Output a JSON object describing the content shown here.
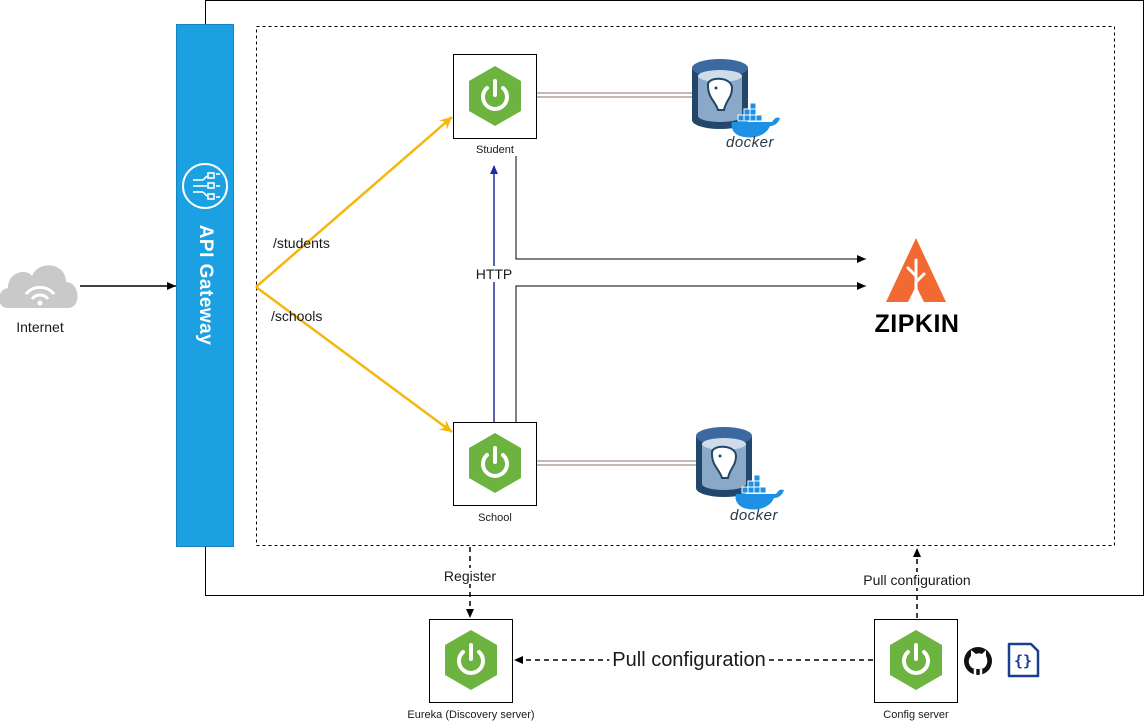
{
  "colors": {
    "gateway": "#1ba1e2",
    "spring_green": "#6db33f",
    "route_arrow": "#f5b70f",
    "http_arrow": "#1f2f9a",
    "zipkin": "#f26a32",
    "docker_blue": "#1d91e5",
    "db_dark": "#23466b",
    "cloud": "#c9c9c9"
  },
  "internet": {
    "label": "Internet",
    "icon": "cloud-wifi-icon"
  },
  "gateway": {
    "label": "API Gateway",
    "icon": "api-gateway-icon"
  },
  "routes": {
    "students": "/students",
    "schools": "/schools"
  },
  "services": {
    "student": {
      "label": "Student",
      "icon": "spring-power-icon"
    },
    "school": {
      "label": "School",
      "icon": "spring-power-icon"
    }
  },
  "databases": {
    "student_db": {
      "icon": "postgres-icon",
      "docker_label": "docker"
    },
    "school_db": {
      "icon": "postgres-icon",
      "docker_label": "docker"
    }
  },
  "http_label": "HTTP",
  "zipkin": {
    "label": "ZIPKIN",
    "icon": "zipkin-icon"
  },
  "eureka": {
    "label": "Eureka (Discovery server)",
    "icon": "spring-power-icon"
  },
  "config": {
    "label": "Config server",
    "icon": "spring-power-icon",
    "extra_icons": [
      "github-icon",
      "json-file-icon"
    ]
  },
  "edges": {
    "register": "Register",
    "pull_config_top": "Pull configuration",
    "pull_config_bottom": "Pull configuration"
  }
}
